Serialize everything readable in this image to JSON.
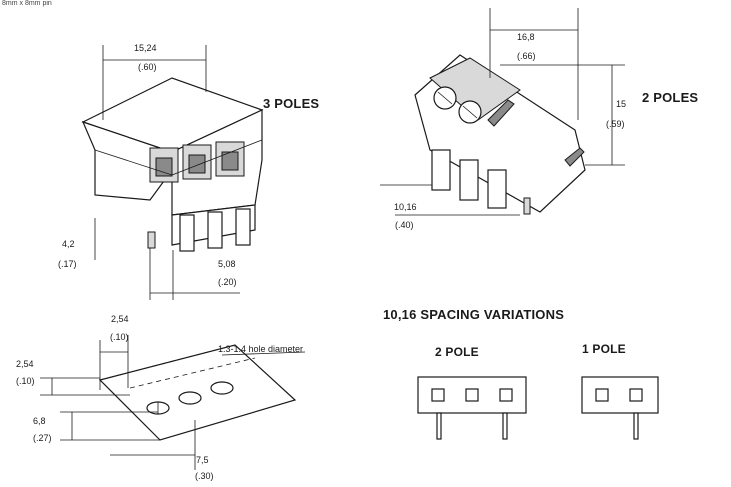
{
  "header_clip": "8mm x 8mm pin",
  "three_pole": {
    "title": "3 POLES",
    "width_mm": "15,24",
    "width_in": "(.60)",
    "height_mm": "4,2",
    "height_in": "(.17)",
    "pitch_mm": "5,08",
    "pitch_in": "(.20)"
  },
  "two_pole": {
    "title": "2 POLES",
    "width_mm": "16,8",
    "width_in": "(.66)",
    "height_mm": "15",
    "height_in": "(.59)",
    "spacing_mm": "10,16",
    "spacing_in": "(.40)"
  },
  "hole_pattern": {
    "note": "1.3-1.4 hole diameter",
    "top_mm": "2,54",
    "top_in": "(.10)",
    "left_mm": "2,54",
    "left_in": "(.10)",
    "mid_mm": "6,8",
    "mid_in": "(.27)",
    "bottom_mm": "7,5",
    "bottom_in": "(.30)"
  },
  "variations": {
    "title": "10,16 SPACING VARIATIONS",
    "two_pole_label": "2 POLE",
    "one_pole_label": "1 POLE"
  }
}
